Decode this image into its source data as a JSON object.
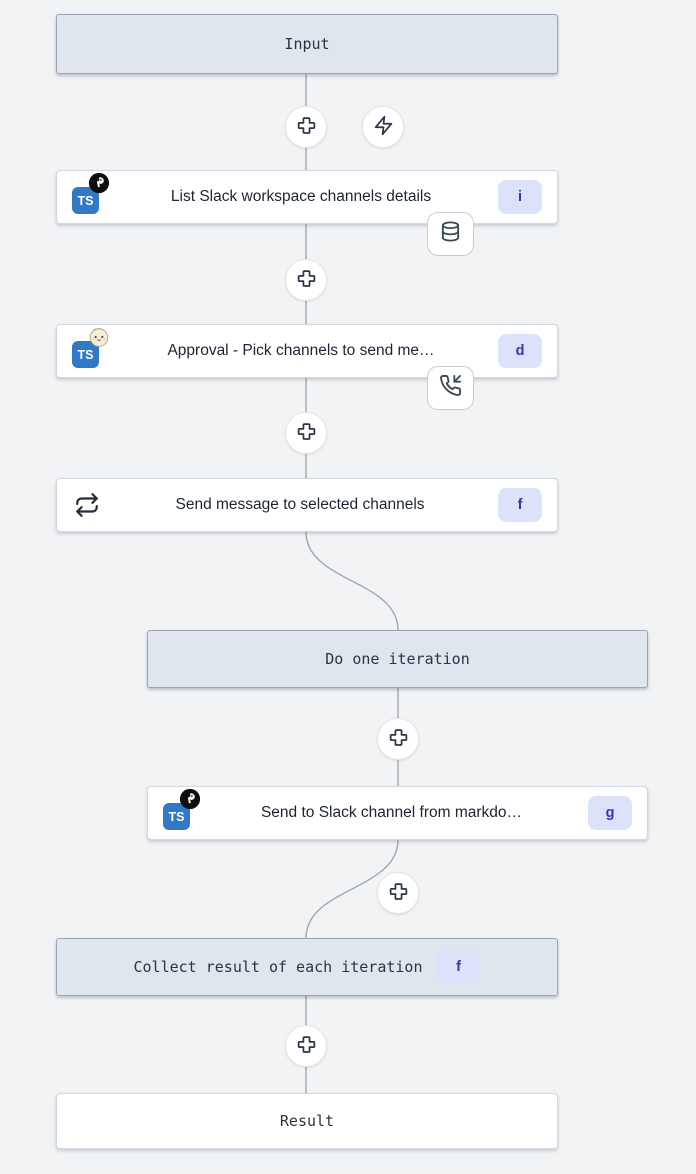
{
  "flow": {
    "input": {
      "label": "Input"
    },
    "trigger_button": {
      "icon": "zap-icon"
    },
    "add_button": {
      "icon": "plus-cross-icon"
    },
    "steps": {
      "a": {
        "title": "List Slack workspace channels details",
        "id_badge": "i",
        "lang": "TS",
        "runtime_icon": "deno-icon",
        "indicator_icon": "database-icon"
      },
      "b": {
        "title": "Approval - Pick channels to send me…",
        "id_badge": "d",
        "lang": "TS",
        "runtime_icon": "bun-icon",
        "indicator_icon": "phone-incoming-icon"
      },
      "c": {
        "title": "Send message to selected channels",
        "id_badge": "f",
        "kind_icon": "repeat-loop-icon"
      },
      "iteration": {
        "label": "Do one iteration"
      },
      "g": {
        "title": "Send to Slack channel from markdo…",
        "id_badge": "g",
        "lang": "TS",
        "runtime_icon": "deno-icon"
      },
      "collect": {
        "label": "Collect result of each iteration",
        "id_badge": "f"
      }
    },
    "result": {
      "label": "Result"
    }
  },
  "colors": {
    "canvas_bg": "#F1F3F5",
    "shaded_node_bg": "#E0E6EE",
    "shaded_node_border": "#9AA6B5",
    "white_node_border": "#D4D8DF",
    "id_badge_bg": "#DDE2FB",
    "id_badge_text": "#3A34AD",
    "edge_line": "#A2A6AE",
    "typescript_blue": "#3178C6",
    "text_dark": "#2A3444"
  }
}
